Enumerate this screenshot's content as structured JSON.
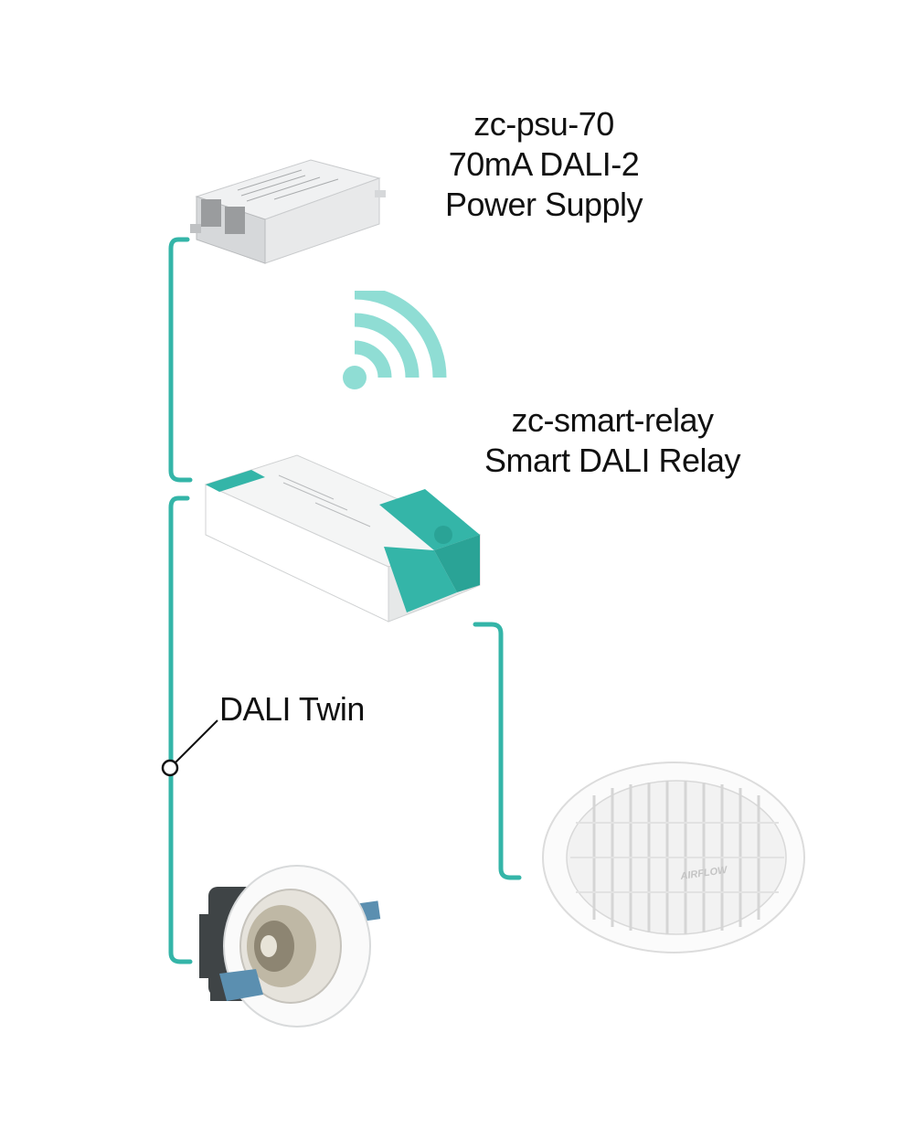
{
  "psu": {
    "model": "zc-psu-70",
    "line2": "70mA DALI-2",
    "line3": "Power Supply"
  },
  "relay": {
    "model": "zc-smart-relay",
    "line2": "Smart DALI Relay"
  },
  "cable": {
    "label": "DALI Twin"
  },
  "fan": {
    "brand": "AIRFLOW"
  },
  "colors": {
    "accent": "#34B5A8",
    "wifi": "#8FDDD4"
  },
  "icons": [
    "wifi-icon"
  ]
}
